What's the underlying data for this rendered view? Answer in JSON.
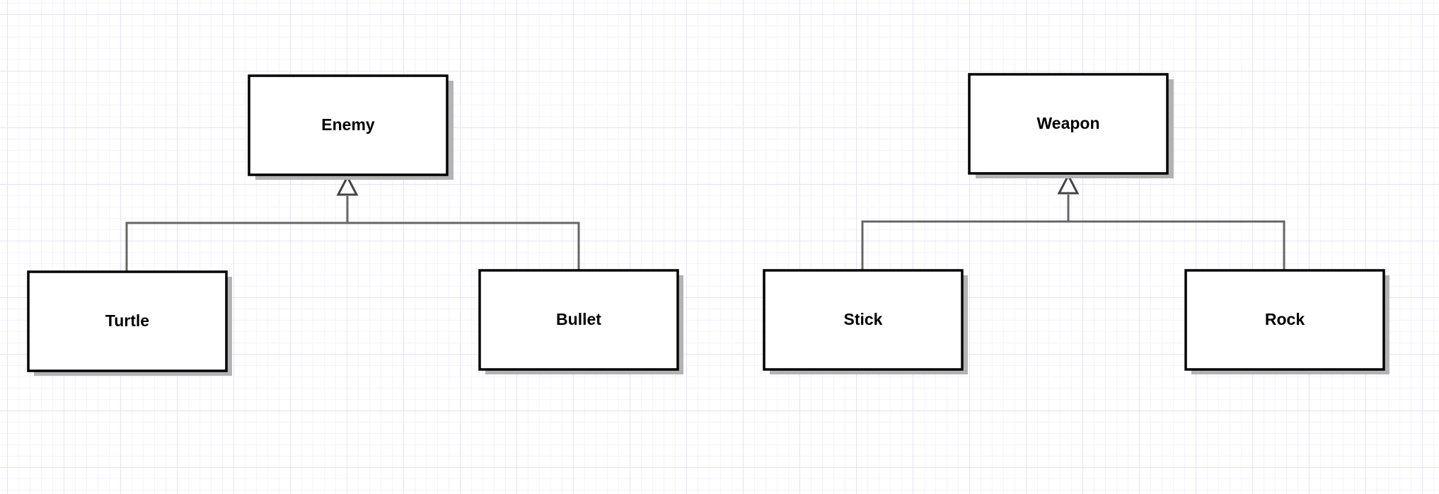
{
  "diagram": {
    "classes": {
      "enemy": "Enemy",
      "turtle": "Turtle",
      "bullet": "Bullet",
      "weapon": "Weapon",
      "stick": "Stick",
      "rock": "Rock"
    },
    "relationships": [
      {
        "type": "inheritance",
        "parent": "Enemy",
        "children": [
          "Turtle",
          "Bullet"
        ]
      },
      {
        "type": "inheritance",
        "parent": "Weapon",
        "children": [
          "Stick",
          "Rock"
        ]
      }
    ],
    "colors": {
      "box_fill": "#ffffff",
      "box_stroke": "#000000",
      "shadow": "#b3b3b3",
      "connector": "#666666",
      "arrow_stroke": "#444444"
    }
  }
}
